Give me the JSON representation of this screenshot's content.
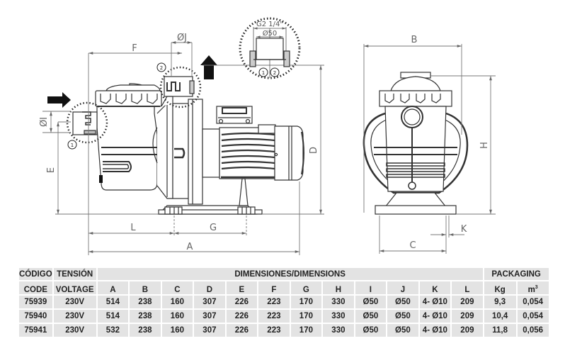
{
  "drawing": {
    "side_view_labels": {
      "F": "F",
      "J": "ØJ",
      "I": "ØI",
      "E": "E",
      "D": "D",
      "L": "L",
      "G": "G",
      "A": "A"
    },
    "front_view_labels": {
      "B": "B",
      "H": "H",
      "C": "C",
      "K": "K"
    },
    "detail": {
      "thread": "G2 1/4\"",
      "diameter": "Ø50",
      "callouts": [
        "1",
        "2"
      ]
    },
    "callouts": {
      "inlet": "1",
      "outlet": "2"
    },
    "arrows": {
      "inlet_direction": "right",
      "outlet_direction": "up"
    }
  },
  "table": {
    "headers": {
      "code_es": "CÓDIGO",
      "code_en": "CODE",
      "voltage_es": "TENSIÓN",
      "voltage_en": "VOLTAGE",
      "dimensions": "DIMENSIONES/DIMENSIONS",
      "packaging": "PACKAGING"
    },
    "dimension_columns": [
      "A",
      "B",
      "C",
      "D",
      "E",
      "F",
      "G",
      "H",
      "I",
      "J",
      "K",
      "L"
    ],
    "packaging_columns": {
      "kg": "Kg",
      "m3_base": "m",
      "m3_sup": "3"
    },
    "rows": [
      {
        "code": "75939",
        "voltage": "230V",
        "dims": [
          "514",
          "238",
          "160",
          "307",
          "226",
          "223",
          "170",
          "330",
          "Ø50",
          "Ø50",
          "4- Ø10",
          "209"
        ],
        "kg": "9,3",
        "m3": "0,054"
      },
      {
        "code": "75940",
        "voltage": "230V",
        "dims": [
          "514",
          "238",
          "160",
          "307",
          "226",
          "223",
          "170",
          "330",
          "Ø50",
          "Ø50",
          "4- Ø10",
          "209"
        ],
        "kg": "10,4",
        "m3": "0,054"
      },
      {
        "code": "75941",
        "voltage": "230V",
        "dims": [
          "532",
          "238",
          "160",
          "307",
          "226",
          "223",
          "170",
          "330",
          "Ø50",
          "Ø50",
          "4- Ø10",
          "209"
        ],
        "kg": "11,8",
        "m3": "0,056"
      }
    ]
  }
}
